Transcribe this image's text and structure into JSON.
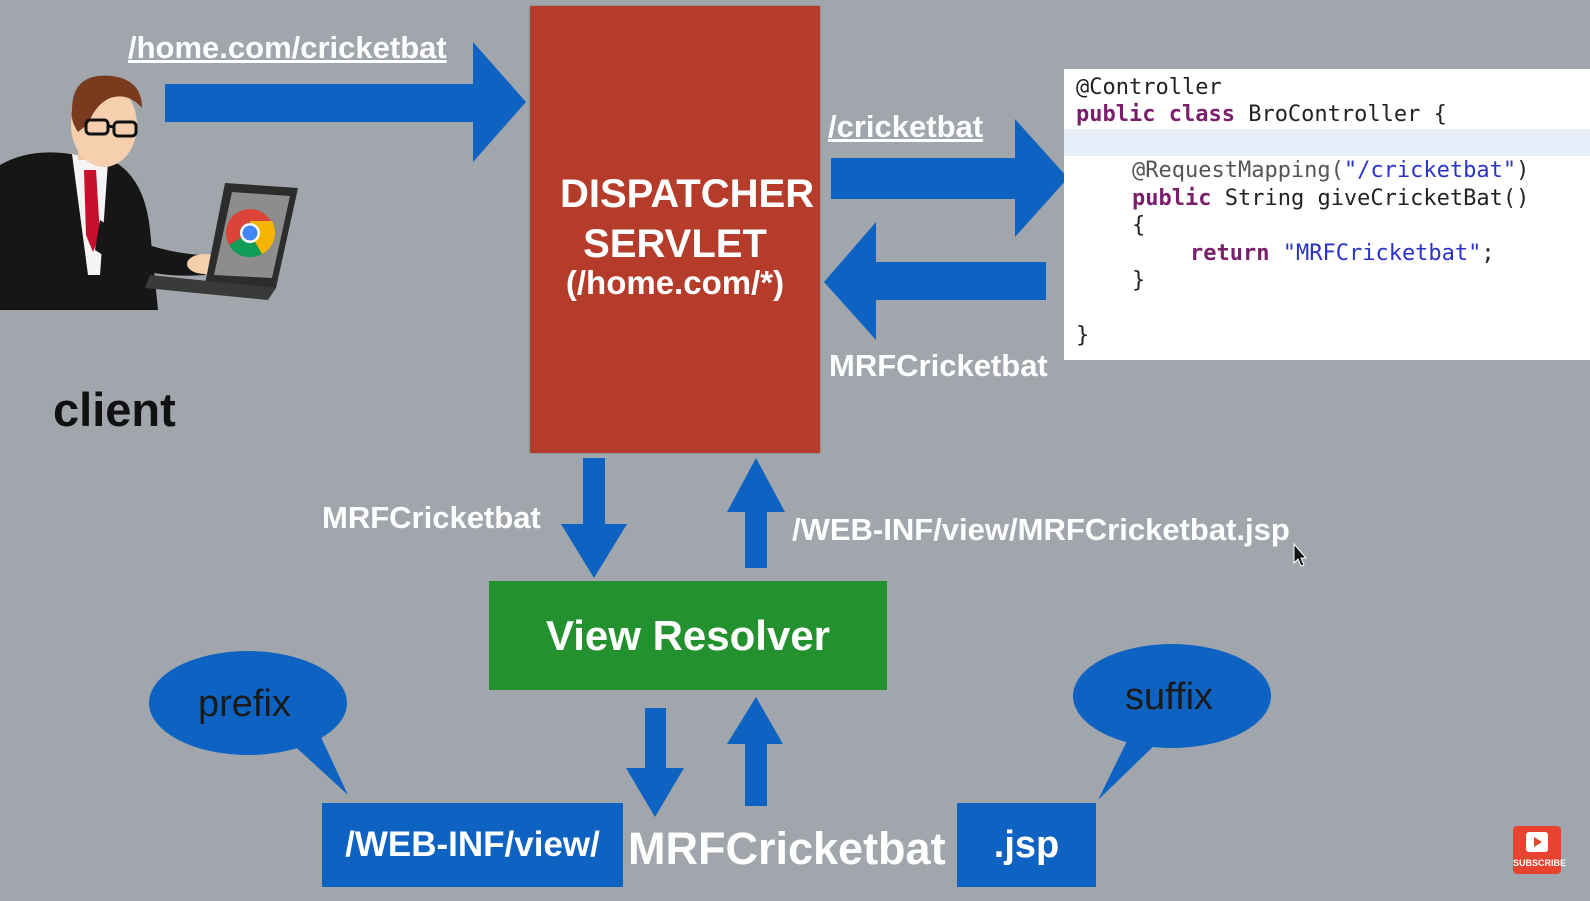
{
  "client": {
    "label": "client",
    "url": "/home.com/cricketbat"
  },
  "dispatcher": {
    "title": "DISPATCHER SERVLET",
    "pattern": "(/home.com/*)"
  },
  "controller": {
    "request_path": "/cricketbat",
    "response": "MRFCricketbat",
    "code_lines": {
      "annotation": "@Controller",
      "class_kw": "public class",
      "class_name": " BroController {",
      "mapping": "@RequestMapping(",
      "mapping_value": "\"/cricketbat\"",
      "mapping_close": ")",
      "method_kw": "public",
      "method_sig": " String giveCricketBat()",
      "open_brace": "{",
      "return_kw": "return",
      "return_value": "\"MRFCricketbat\"",
      "semicolon": ";",
      "close_brace": "}",
      "class_close": "}"
    }
  },
  "view_resolver": {
    "label": "View Resolver",
    "input": "MRFCricketbat",
    "output": "/WEB-INF/view/MRFCricketbat.jsp"
  },
  "bottom": {
    "prefix_bubble": "prefix",
    "prefix_value": "/WEB-INF/view/",
    "view_name": "MRFCricketbat",
    "suffix_bubble": "suffix",
    "suffix_value": ".jsp"
  },
  "watermark": {
    "label": "SUBSCRIBE"
  },
  "colors": {
    "background": "#a0a6ab",
    "dispatcher": "#b53b2b",
    "view_resolver": "#23922e",
    "arrow_blue": "#0e63c2"
  }
}
